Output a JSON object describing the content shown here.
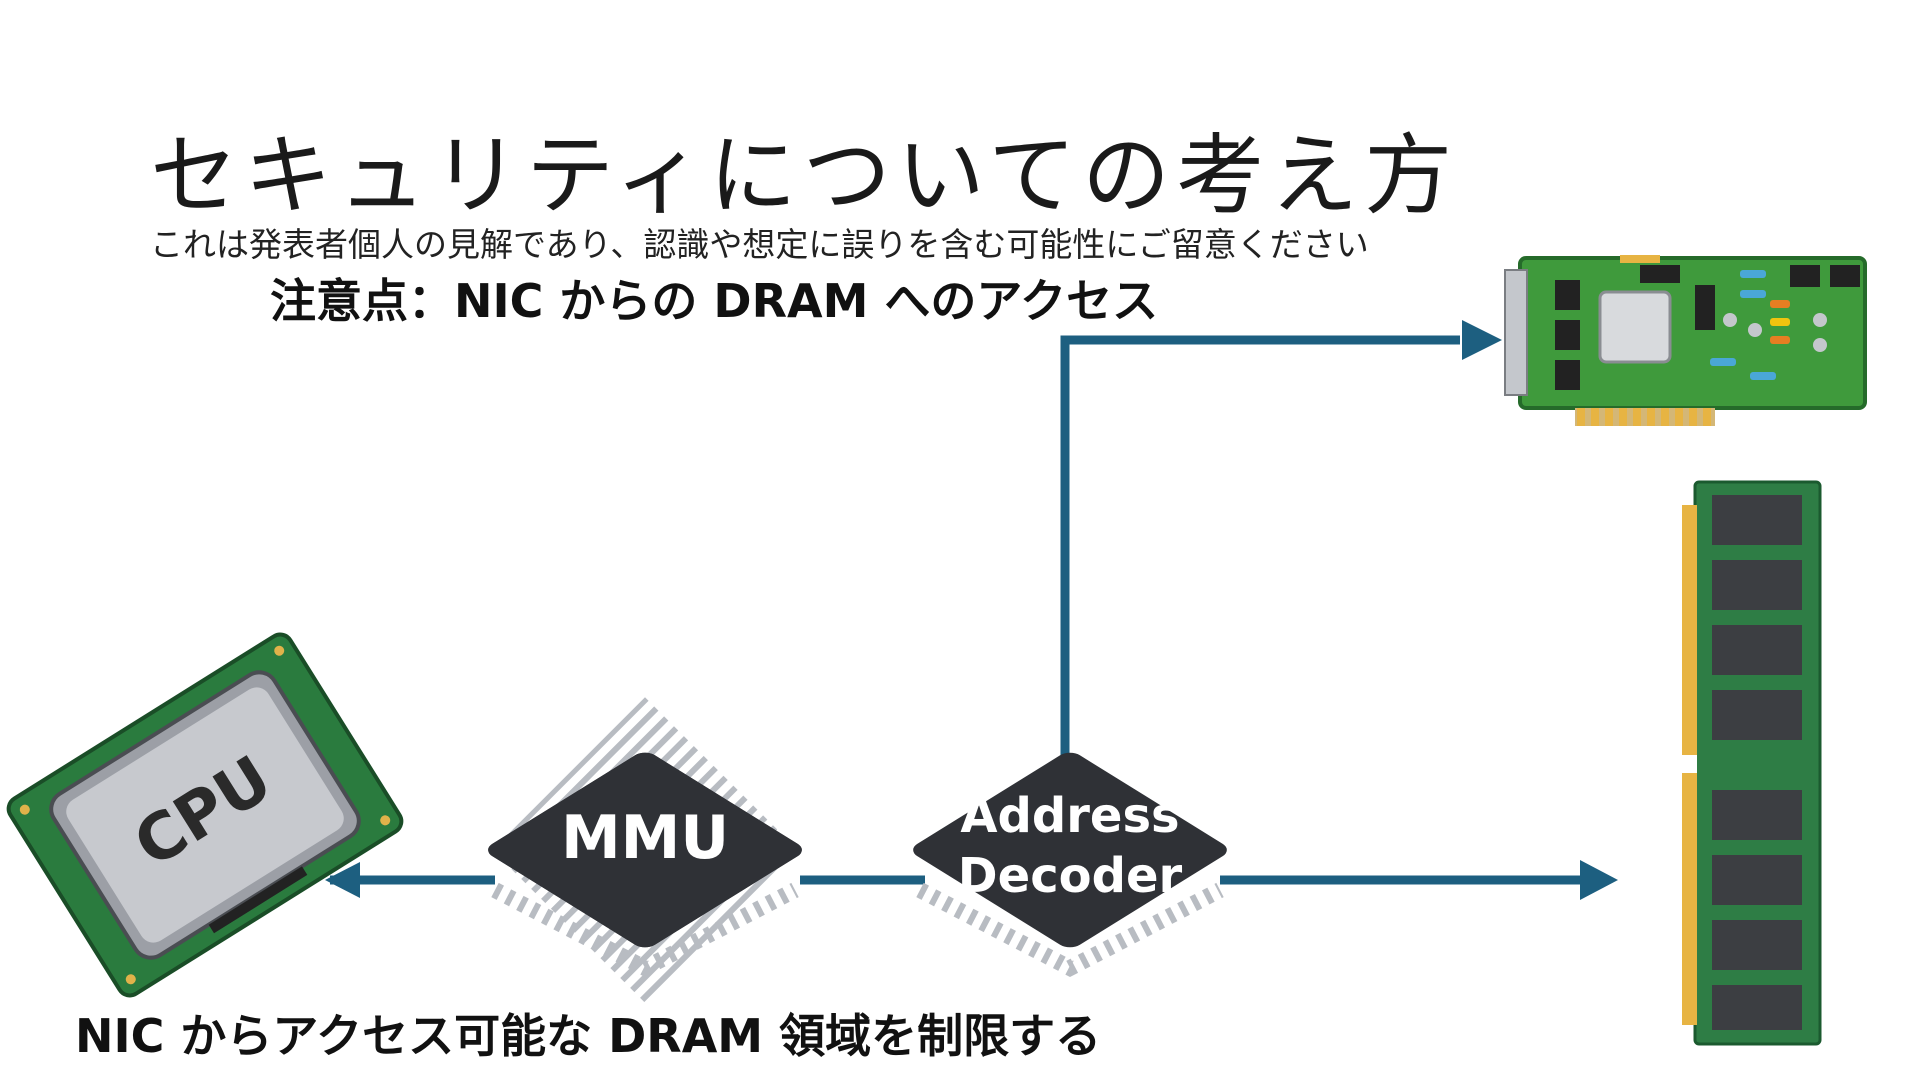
{
  "slide": {
    "title": "セキュリティについての考え方",
    "disclaimer": "これは発表者個人の見解であり、認識や想定に誤りを含む可能性にご留意ください",
    "subtitle": "注意点：NIC からの DRAM へのアクセス",
    "caption": "NIC からアクセス可能な DRAM 領域を制限する"
  },
  "diagram": {
    "cpu_chip_text": "CPU",
    "mmu_label": "MMU",
    "decoder_label_line1": "Address",
    "decoder_label_line2": "Decoder"
  },
  "colors": {
    "arrow": "#1d5f80",
    "chip_body": "#2f3136",
    "pin": "#b8bcc2",
    "pcb_green": "#3f9a3c",
    "ram_green": "#2e7d45",
    "gold": "#e7b443"
  }
}
